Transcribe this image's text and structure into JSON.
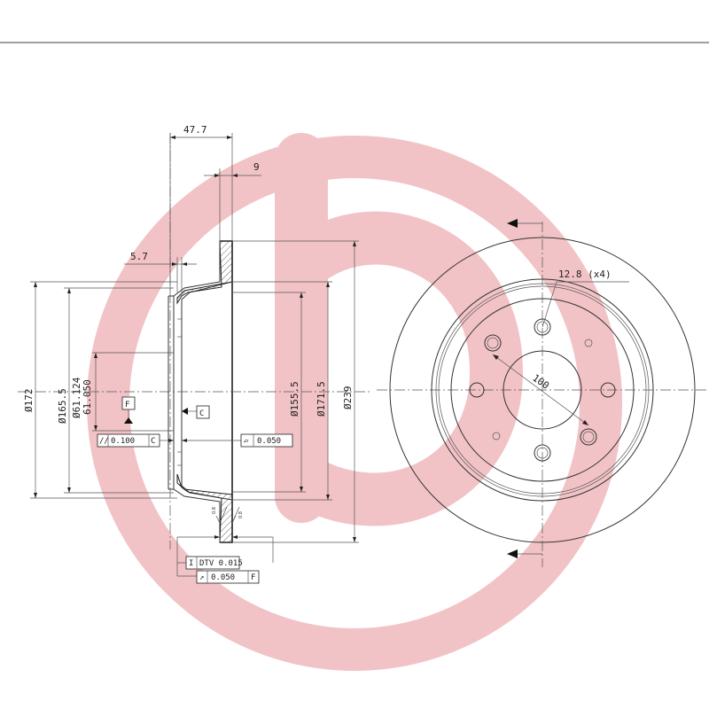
{
  "watermark": {
    "color": "#f2c3c6",
    "name": "brand-logo-watermark"
  },
  "dimensions": {
    "d47_7": "47.7",
    "d9": "9",
    "d5_7": "5.7",
    "phi172": "172",
    "phi165_5": "165.5",
    "phi61_124": "61.124",
    "phi61_050": "61.050",
    "phi155_5": "155.5",
    "phi171_5": "171.5",
    "phi239": "239",
    "bolt": "12.8 (x4)",
    "pcd": "100",
    "phi_symbol": "Ø"
  },
  "datums": {
    "f": "F",
    "c": "C"
  },
  "tolerances": {
    "parallel_value": "0.100",
    "parallel_datum": "C",
    "flat_value": "0.050",
    "dtv_label": "DTV 0.015",
    "runout_value": "0.050",
    "runout_datum": "F"
  },
  "surface_marks": [
    "0.8",
    "0.8"
  ]
}
